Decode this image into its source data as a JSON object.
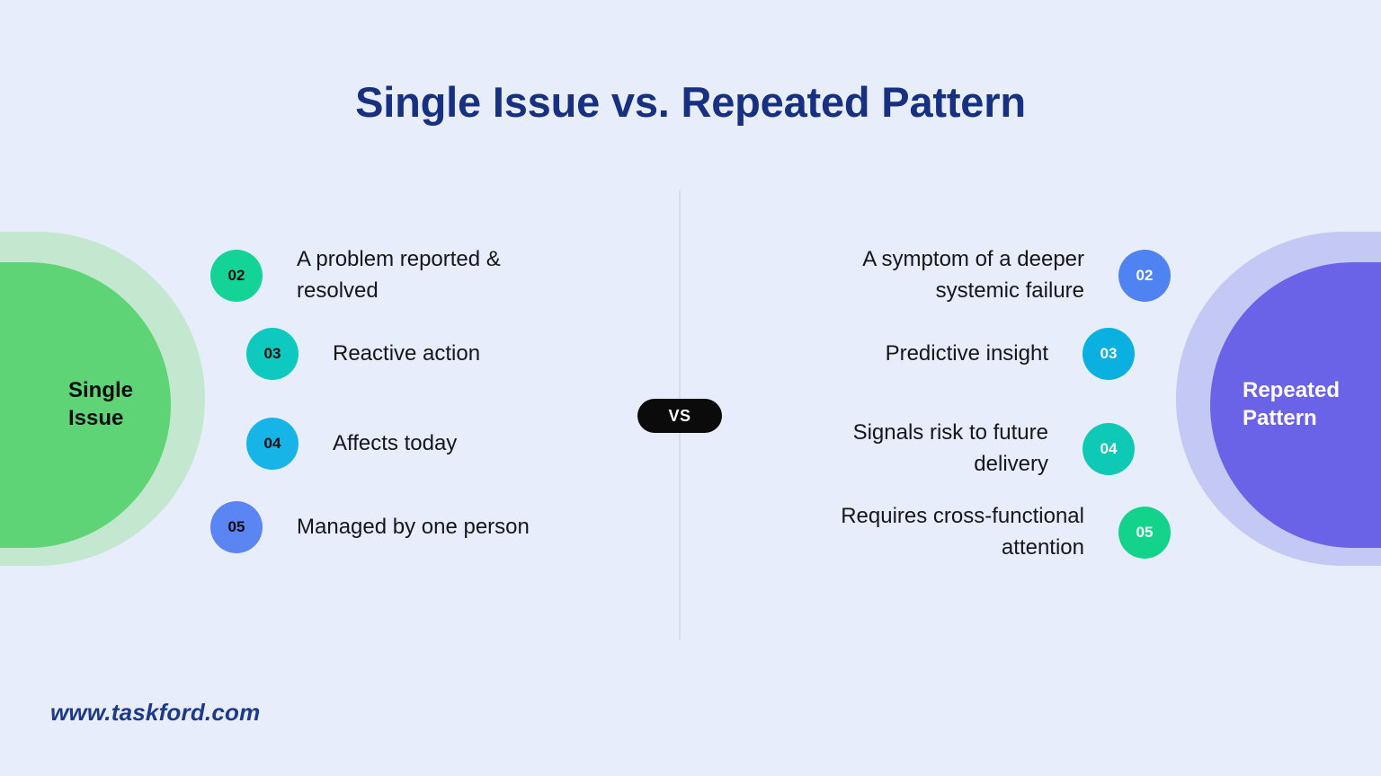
{
  "page": {
    "title": "Single Issue vs. Repeated Pattern",
    "background_color": "#e8edfb",
    "title_color": "#17307f",
    "divider_color": "#d4dcee"
  },
  "center": {
    "vs_label": "VS",
    "vs_bg_color": "#0b0b0b",
    "vs_text_color": "#ffffff"
  },
  "left": {
    "hub_label": "Single\nIssue",
    "hub_label_line1": "Single",
    "hub_label_line2": "Issue",
    "hub_color": "#5ed477",
    "hub_ring_color": "#c3e8cf",
    "hub_text_color": "#0c0c0c",
    "items": [
      {
        "number": "02",
        "text": "A problem reported & resolved",
        "color": "#13d397",
        "text_color": "#0b0b0b"
      },
      {
        "number": "03",
        "text": "Reactive action",
        "color": "#0ec9c0",
        "text_color": "#0b0b0b"
      },
      {
        "number": "04",
        "text": "Affects today",
        "color": "#17b4e8",
        "text_color": "#0b0b0b"
      },
      {
        "number": "05",
        "text": "Managed by one person",
        "color": "#5b85f2",
        "text_color": "#0b0b0b"
      }
    ]
  },
  "right": {
    "hub_label_line1": "Repeated",
    "hub_label_line2": "Pattern",
    "hub_color": "#6a63e8",
    "hub_ring_color": "#c3c8f4",
    "hub_text_color": "#ffffff",
    "items": [
      {
        "number": "02",
        "text": "A symptom of a deeper systemic failure",
        "color": "#4f83f1",
        "text_color": "#ffffff"
      },
      {
        "number": "03",
        "text": "Predictive insight",
        "color": "#09b0e0",
        "text_color": "#ffffff"
      },
      {
        "number": "04",
        "text": "Signals risk to future delivery",
        "color": "#0ec9b6",
        "text_color": "#ffffff"
      },
      {
        "number": "05",
        "text": "Requires cross-functional attention",
        "color": "#13d38b",
        "text_color": "#ffffff"
      }
    ]
  },
  "footer": {
    "url": "www.taskford.com",
    "url_color": "#1d3a8a"
  }
}
